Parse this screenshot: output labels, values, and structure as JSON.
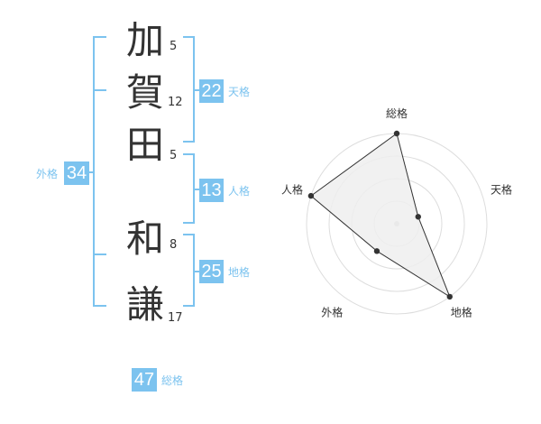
{
  "name": {
    "characters": [
      {
        "char": "加",
        "strokes": "5"
      },
      {
        "char": "賀",
        "strokes": "12"
      },
      {
        "char": "田",
        "strokes": "5"
      },
      {
        "char": "和",
        "strokes": "8"
      },
      {
        "char": "謙",
        "strokes": "17"
      }
    ]
  },
  "fortunes": {
    "tenkaku": {
      "value": "22",
      "label": "天格"
    },
    "jinkaku": {
      "value": "13",
      "label": "人格"
    },
    "chikaku": {
      "value": "25",
      "label": "地格"
    },
    "gaikaku": {
      "value": "34",
      "label": "外格"
    },
    "soukaku": {
      "value": "47",
      "label": "総格"
    }
  },
  "chart_data": {
    "type": "radar",
    "axes": [
      "総格",
      "天格",
      "地格",
      "外格",
      "人格"
    ],
    "values": [
      4,
      1,
      4,
      1.5,
      4
    ],
    "max": 4,
    "rings": 4,
    "colors": {
      "fill": "#eeeeee",
      "stroke": "#333333",
      "grid": "#dddddd",
      "point": "#333333",
      "center": "#c8c8c8"
    }
  }
}
